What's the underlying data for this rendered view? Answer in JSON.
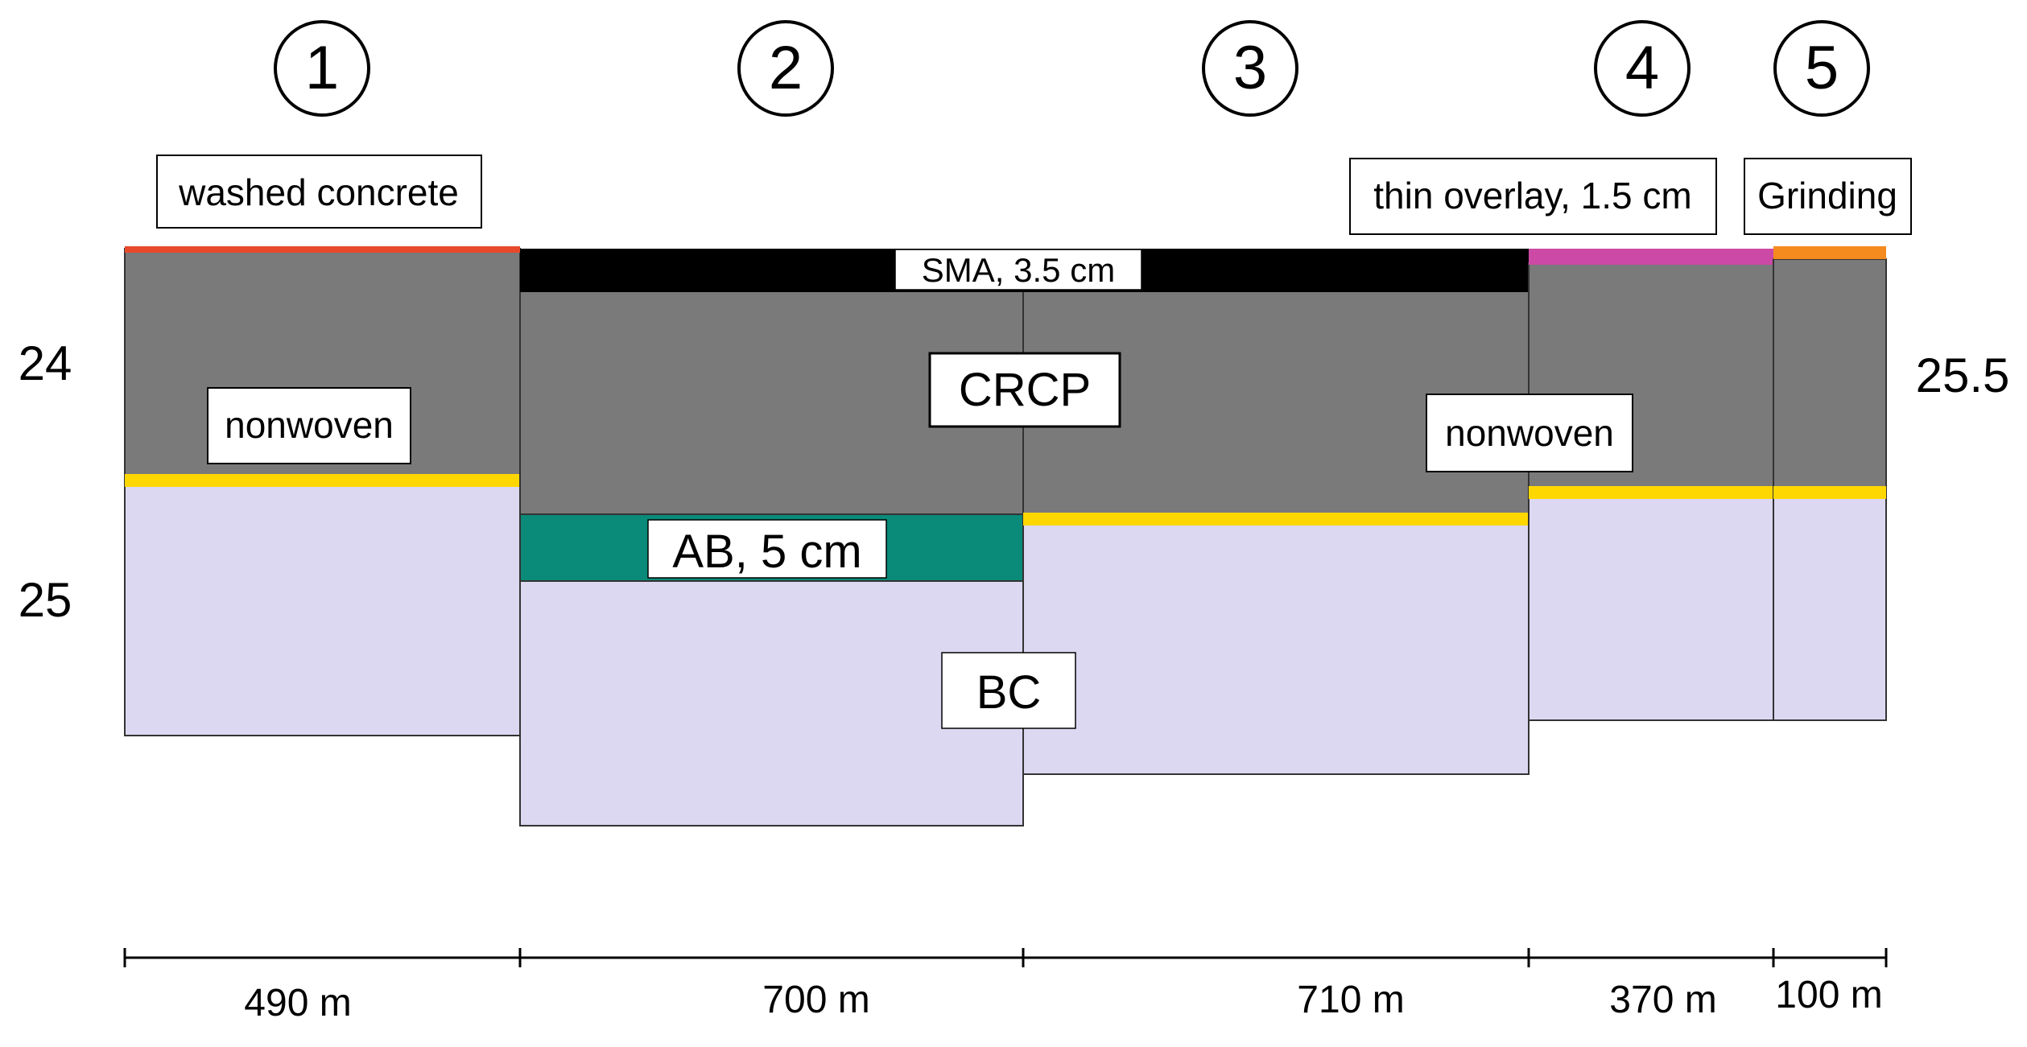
{
  "sections": [
    {
      "number": "1",
      "length": "490 m"
    },
    {
      "number": "2",
      "length": "700 m"
    },
    {
      "number": "3",
      "length": "710 m"
    },
    {
      "number": "4",
      "length": "370 m"
    },
    {
      "number": "5",
      "length": "100 m"
    }
  ],
  "labels": {
    "washed_concrete": "washed concrete",
    "thin_overlay": "thin overlay, 1.5 cm",
    "grinding": "Grinding",
    "sma": "SMA, 3.5 cm",
    "crcp": "CRCP",
    "nonwoven_left": "nonwoven",
    "nonwoven_right": "nonwoven",
    "ab": "AB, 5 cm",
    "bc": "BC"
  },
  "thickness": {
    "left_upper": "24",
    "left_lower": "25",
    "right_upper": "25.5"
  },
  "colors": {
    "concrete": "#7a7a7a",
    "base": "#dcd8f2",
    "sma": "#000000",
    "asphalt_base": "#0a8a78",
    "nonwoven": "#ffd700",
    "washed_concrete": "#e8492a",
    "thin_overlay": "#cc4aa6",
    "grinding": "#f58a1f"
  }
}
